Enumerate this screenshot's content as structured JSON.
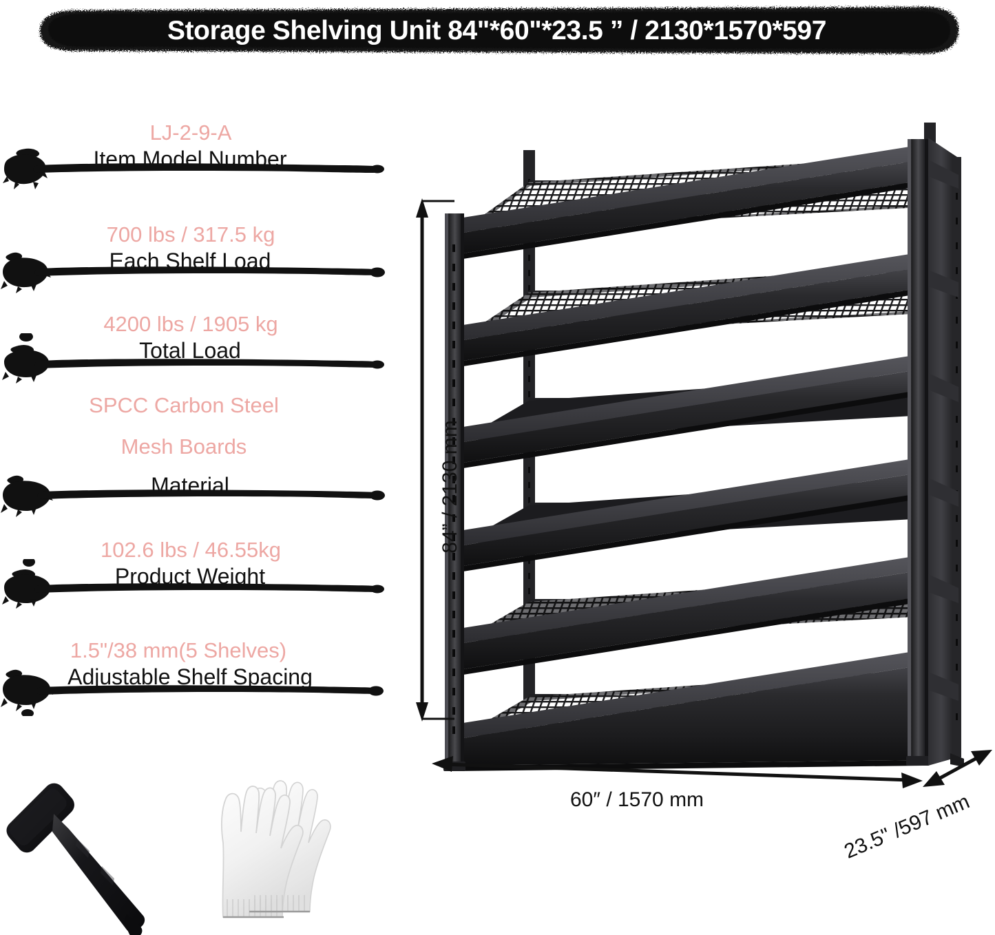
{
  "title": {
    "text": "Storage Shelving Unit 84\"*60\"*23.5 ”  / 2130*1570*597"
  },
  "colors": {
    "accent_pink": "#eda7a3",
    "ink_black": "#111111",
    "banner_black": "#1a1a1a",
    "frame_dark": "#2b2b2d",
    "background": "#ffffff"
  },
  "specs": [
    {
      "value": "LJ-2-9-A",
      "label": "Item Model Number"
    },
    {
      "value": "700 lbs / 317.5 kg",
      "label": "Each Shelf Load"
    },
    {
      "value": "4200 lbs / 1905 kg",
      "label": "Total Load"
    },
    {
      "value": "SPCC Carbon Steel",
      "value2": "Mesh Boards",
      "label": "Material"
    },
    {
      "value": "102.6 lbs / 46.55kg",
      "label": "Product Weight"
    },
    {
      "value": "1.5\"/38 mm(5 Shelves)",
      "label": "Adjustable Shelf Spacing"
    }
  ],
  "dimensions": {
    "height": "84”  / 2130 mm",
    "width": "60″  / 1570 mm",
    "depth": "23.5\"  /597 mm"
  },
  "product": {
    "shelf_levels": 6,
    "deck_type": "wire-mesh"
  },
  "accessories": [
    {
      "name": "rubber-mallet"
    },
    {
      "name": "work-gloves"
    }
  ]
}
